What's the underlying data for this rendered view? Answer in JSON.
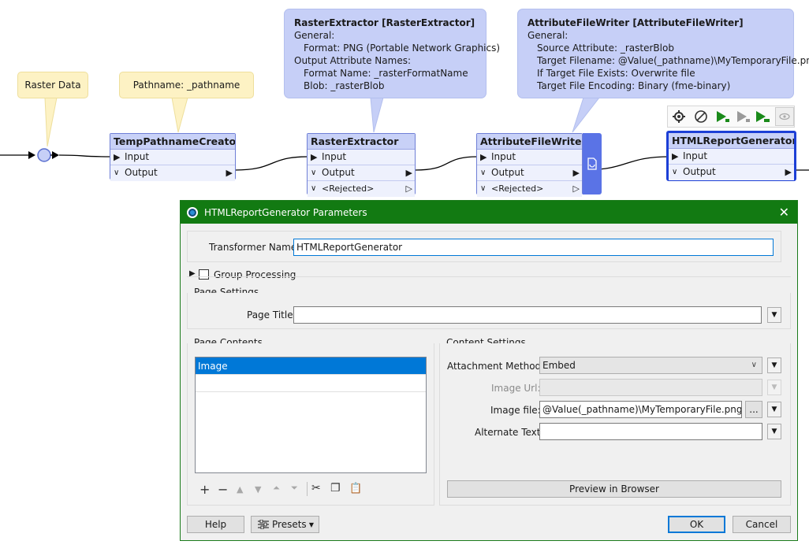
{
  "canvas": {
    "notes": {
      "raster_data": "Raster Data",
      "pathname": "Pathname: _pathname",
      "raster_extractor": {
        "title": "RasterExtractor [RasterExtractor]",
        "lines": [
          "General:",
          "Format: PNG (Portable Network Graphics)",
          "Output Attribute Names:",
          "Format Name: _rasterFormatName",
          "Blob: _rasterBlob"
        ]
      },
      "attribute_file_writer": {
        "title": "AttributeFileWriter [AttributeFileWriter]",
        "lines": [
          "General:",
          "Source Attribute: _rasterBlob",
          "Target Filename: @Value(_pathname)\\MyTemporaryFile.png",
          "If Target File Exists: Overwrite file",
          "Target File Encoding: Binary (fme-binary)"
        ]
      }
    },
    "transformers": {
      "temp_pathname": {
        "name": "TempPathnameCreator_",
        "input": "Input",
        "output": "Output"
      },
      "raster_extractor": {
        "name": "RasterExtractor",
        "input": "Input",
        "output": "Output",
        "rejected": "<Rejected>"
      },
      "attribute_file_writer": {
        "name": "AttributeFileWriter",
        "input": "Input",
        "output": "Output",
        "rejected": "<Rejected>"
      },
      "html_report": {
        "name": "HTMLReportGenerator",
        "input": "Input",
        "output": "Output"
      }
    },
    "toolbar_icons": [
      "gear-icon",
      "disable-icon",
      "run-to-this-icon",
      "run-from-this-icon",
      "run-just-this-icon",
      "inspect-icon"
    ]
  },
  "dialog": {
    "title": "HTMLReportGenerator Parameters",
    "transformer_name_label": "Transformer Name:",
    "transformer_name_value": "HTMLReportGenerator",
    "group_processing_label": "Group Processing",
    "page_settings": {
      "label": "Page Settings",
      "page_title_label": "Page Title:",
      "page_title_value": ""
    },
    "page_contents": {
      "label": "Page Contents",
      "items": [
        "Image"
      ]
    },
    "content_settings": {
      "label": "Content Settings",
      "attachment_method_label": "Attachment Method:",
      "attachment_method_value": "Embed",
      "image_url_label": "Image Url:",
      "image_url_value": "",
      "image_file_label": "Image file:",
      "image_file_value": "@Value(_pathname)\\MyTemporaryFile.png",
      "browse_label": "...",
      "alternate_text_label": "Alternate Text:",
      "alternate_text_value": "",
      "preview_label": "Preview in Browser"
    },
    "footer": {
      "help": "Help",
      "presets": "Presets",
      "ok": "OK",
      "cancel": "Cancel"
    }
  },
  "colors": {
    "dialog_title_bar": "#127a12",
    "selection": "#0078d7",
    "transformer_fill": "#dde3fb",
    "selected_transformer_border": "#1c3fd6",
    "annotation_yellow": "#fdf2c4",
    "annotation_blue": "#c6cff7"
  }
}
